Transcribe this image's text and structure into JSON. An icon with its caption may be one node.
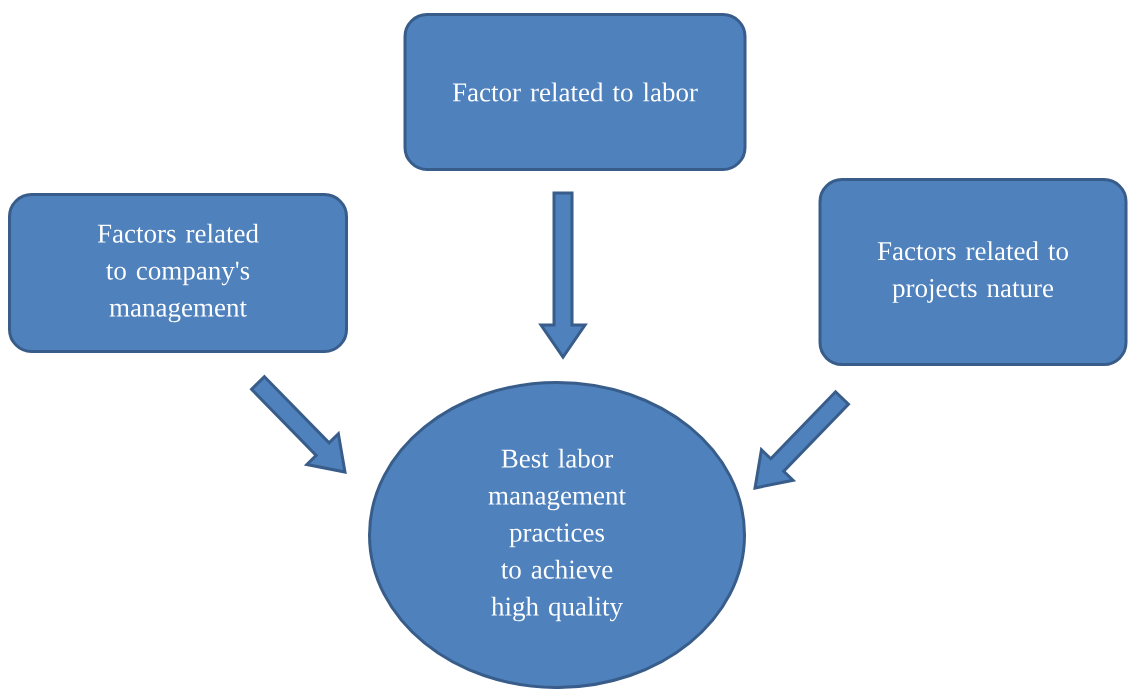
{
  "diagram": {
    "nodes": [
      {
        "text": [
          "Factor related to labor"
        ]
      },
      {
        "text": [
          "Factors related to company's management"
        ]
      },
      {
        "text": [
          "Factors related to projects nature"
        ]
      },
      {
        "text": [
          "Best labor management practices to achieve high quality"
        ]
      }
    ],
    "edges": [
      {
        "from": 0,
        "to": 3,
        "arrow": "to"
      },
      {
        "from": 1,
        "to": 3,
        "arrow": "to"
      },
      {
        "from": 2,
        "to": 3,
        "arrow": "to"
      }
    ]
  }
}
